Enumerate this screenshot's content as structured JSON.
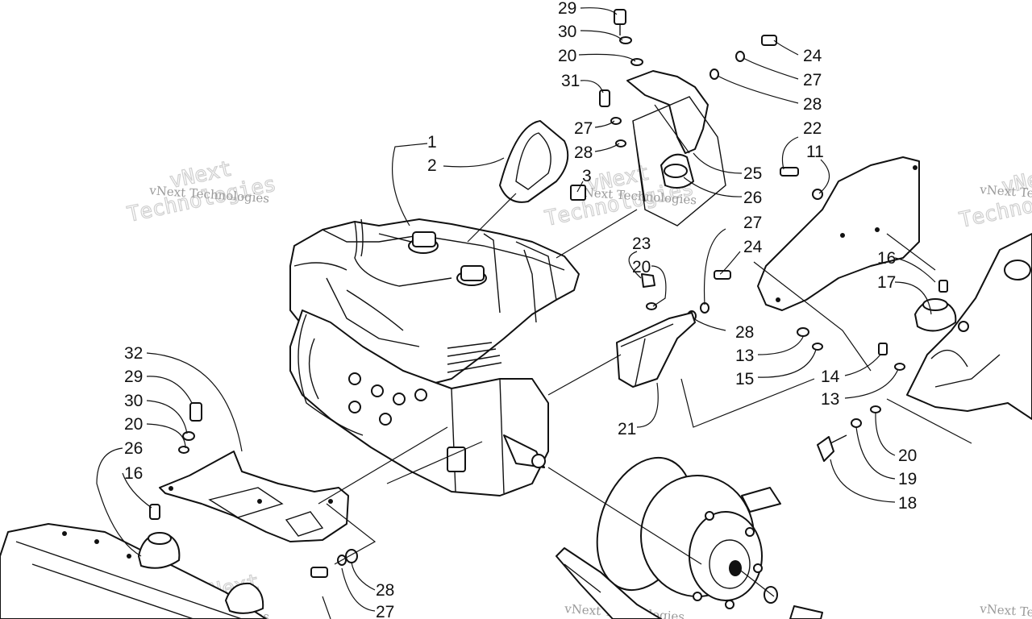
{
  "watermark": {
    "company": "vNext Technologies",
    "brand_word": "vNext",
    "brand_word_2": "Technologies"
  },
  "callouts": {
    "c29a": "29",
    "c30a": "30",
    "c20a": "20",
    "c31": "31",
    "c27a": "27",
    "c28a": "28",
    "c24a": "24",
    "c27b": "27",
    "c28b": "28",
    "c22": "22",
    "c11": "11",
    "c1": "1",
    "c2": "2",
    "c3": "3",
    "c25": "25",
    "c26a": "26",
    "c23": "23",
    "c20b": "20",
    "c27c": "27",
    "c24b": "24",
    "c28c": "28",
    "c13a": "13",
    "c15": "15",
    "c21": "21",
    "c16a": "16",
    "c17": "17",
    "c14": "14",
    "c13b": "13",
    "c20c": "20",
    "c19": "19",
    "c18": "18",
    "c32": "32",
    "c29b": "29",
    "c30b": "30",
    "c20d": "20",
    "c26b": "26",
    "c16b": "16",
    "c28d": "28",
    "c27d": "27"
  }
}
